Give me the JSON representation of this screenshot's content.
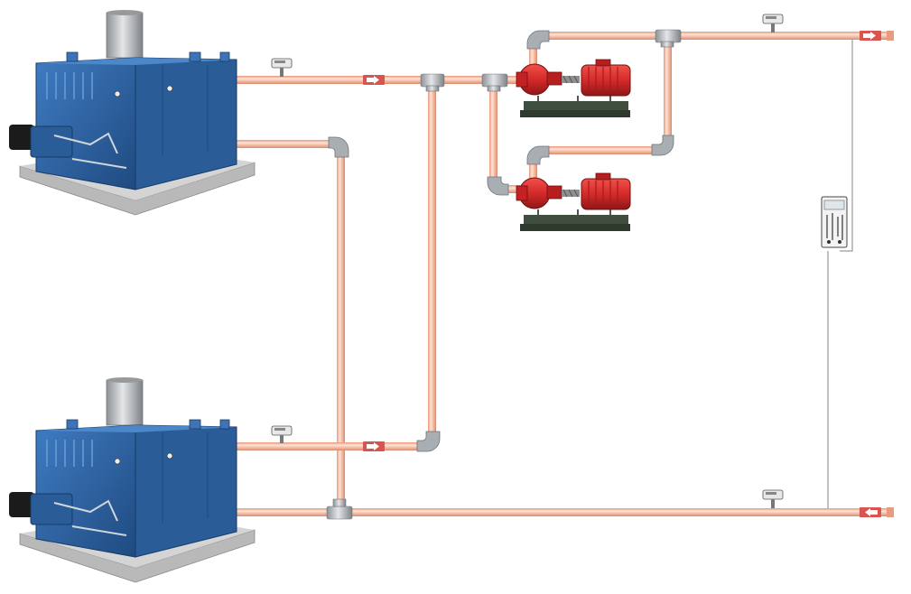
{
  "diagram": {
    "components": {
      "boilers": [
        {
          "id": "boiler-1",
          "icon": "boiler-icon"
        },
        {
          "id": "boiler-2",
          "icon": "boiler-icon"
        }
      ],
      "pumps": [
        {
          "id": "pump-1",
          "icon": "centrifugal-pump-icon"
        },
        {
          "id": "pump-2",
          "icon": "centrifugal-pump-icon"
        }
      ],
      "sensors": [
        {
          "id": "temp-sensor-boiler-1",
          "icon": "temperature-sensor-icon"
        },
        {
          "id": "temp-sensor-boiler-2",
          "icon": "temperature-sensor-icon"
        },
        {
          "id": "temp-sensor-supply",
          "icon": "temperature-sensor-icon"
        },
        {
          "id": "temp-sensor-return",
          "icon": "temperature-sensor-icon"
        }
      ],
      "controller": {
        "id": "boiler-controller",
        "icon": "control-panel-icon"
      },
      "flow_arrows": [
        {
          "id": "flow-arrow-boiler-1",
          "direction": "right"
        },
        {
          "id": "flow-arrow-boiler-2",
          "direction": "right"
        },
        {
          "id": "flow-arrow-supply",
          "direction": "right"
        },
        {
          "id": "flow-arrow-return",
          "direction": "left"
        }
      ]
    },
    "colors": {
      "pipe": "#f2b49a",
      "pipe_highlight": "#fde3d6",
      "pipe_edge": "#d88a70",
      "fitting": "#a9aeb3",
      "boiler_body": "#2f66a8",
      "boiler_dark": "#1f4a80",
      "boiler_base": "#b9b9b9",
      "stack": "#c9c9c9",
      "pump_red": "#d52a2a",
      "pump_dark": "#8e1616",
      "skid": "#2e3a2e",
      "arrow_fill": "#ffffff",
      "arrow_bg": "#d9534f",
      "signal_wire": "#9a9a9a"
    }
  }
}
